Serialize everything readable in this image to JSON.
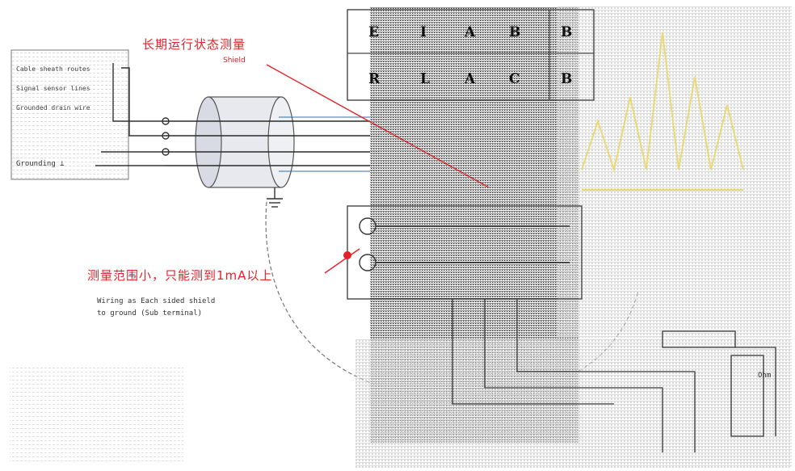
{
  "annotations": {
    "top_red_note": "长期运行状态测量",
    "top_red_sub": "Shield",
    "mid_red_note": "测量范围小，只能测到1mA以上",
    "mid_note_line1": "Wiring as Each sided shield",
    "mid_note_line2": "to ground (Sub terminal)"
  },
  "left_legend": {
    "lines": [
      "Cable sheath routes",
      "Signal sensor lines",
      "Grounded drain wire"
    ],
    "bottom_label": "Grounding ⊥"
  },
  "terminal_block_top": {
    "row1": [
      "E",
      "I",
      "A",
      "B",
      "B"
    ],
    "row2": [
      "R",
      "L",
      "A",
      "C",
      "B"
    ]
  },
  "side_label": "Ohm",
  "colors": {
    "accent_red": "#e2232a",
    "line": "#222222",
    "trace_blue": "#3a6fa8",
    "noise_yellow": "#e9d86a"
  }
}
